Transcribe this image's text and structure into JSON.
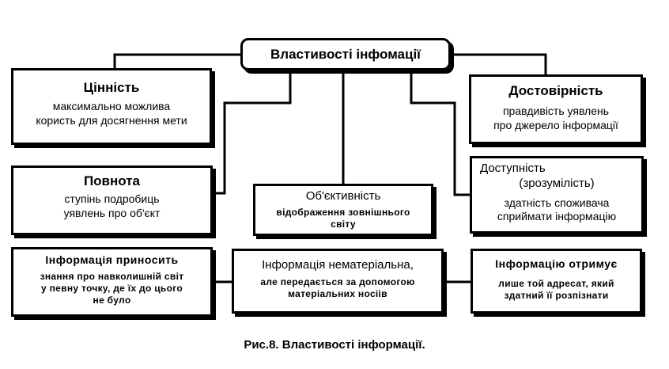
{
  "root": {
    "title": "Властивості  інфомації"
  },
  "boxes": {
    "value": {
      "title": "Цінність",
      "desc1": "максимально можлива",
      "desc2": "користь для досягнення мети"
    },
    "reliability": {
      "title": "Достовірність",
      "desc1": "правдивість уявлень",
      "desc2": "про джерело інформації"
    },
    "completeness": {
      "title": "Повнота",
      "desc1": "ступінь подробиць",
      "desc2": "уявлень про об'єкт"
    },
    "objectivity": {
      "title": "Об'єктивність",
      "desc1": "відображення  зовнішнього",
      "desc2": "світу"
    },
    "accessibility": {
      "title1": "Доступність",
      "title2": "(зрозумілість)",
      "desc1": "здатність споживача",
      "desc2": "сприймати  інформацію"
    },
    "brings": {
      "title": "Інформація  приносить",
      "desc1": "знання про навколишній  світ",
      "desc2": "у певну точку, де їх до цього",
      "desc3": "не було"
    },
    "immaterial": {
      "title": "Інформація нематеріальна,",
      "desc1": "але  передається за допомогою",
      "desc2": "матеріальних  носіів"
    },
    "receives": {
      "title": "Інформацію  отримує",
      "desc1": "лише той  адресат, який",
      "desc2": "здатний її розпізнати"
    }
  },
  "caption": "Рис.8. Властивості  інформації."
}
